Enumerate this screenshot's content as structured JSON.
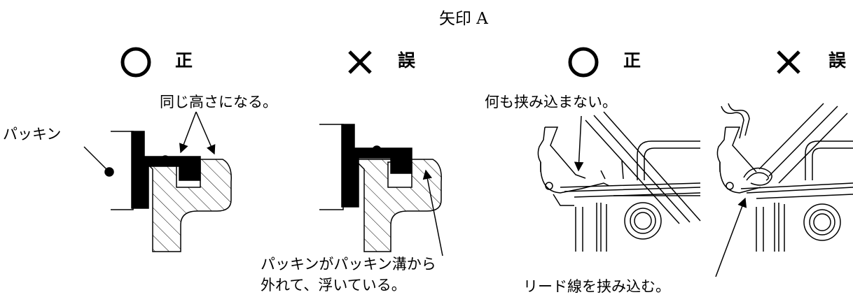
{
  "header": {
    "arrow_view": "矢印 A"
  },
  "columns": [
    {
      "verdict": "正",
      "symbol": "circle-icon"
    },
    {
      "verdict": "誤",
      "symbol": "cross-icon"
    },
    {
      "verdict": "正",
      "symbol": "circle-icon"
    },
    {
      "verdict": "誤",
      "symbol": "cross-icon"
    }
  ],
  "callouts": {
    "same_height": "同じ高さになる。",
    "packing": "パッキン",
    "packing_off_line1": "パッキンがパッキン溝から",
    "packing_off_line2": "外れて、浮いている。",
    "nothing_pinched": "何も挟み込まない。",
    "lead_pinched": "リード線を挟み込む。"
  }
}
